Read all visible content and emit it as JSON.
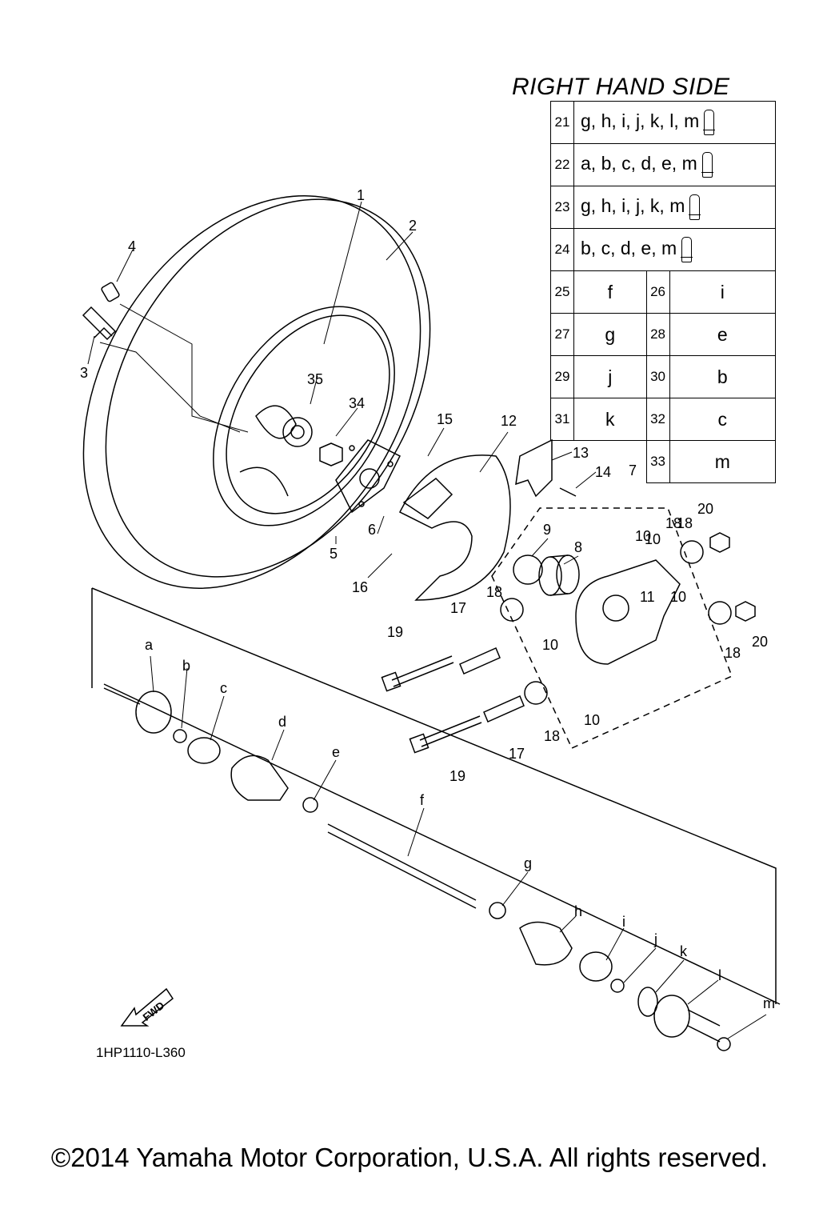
{
  "title": "RIGHT HAND SIDE",
  "kit_rows": [
    {
      "num": "21",
      "parts": "g, h, i, j, k, l, m",
      "icon": "grease-tube-icon"
    },
    {
      "num": "22",
      "parts": "a, b, c, d, e, m",
      "icon": "grease-tube-icon"
    },
    {
      "num": "23",
      "parts": "g, h, i, j, k, m",
      "icon": "grease-tube-icon"
    },
    {
      "num": "24",
      "parts": "b, c, d, e, m",
      "icon": "grease-tube-icon"
    }
  ],
  "pair_rows": [
    {
      "n1": "25",
      "p1": "f",
      "n2": "26",
      "p2": "i"
    },
    {
      "n1": "27",
      "p1": "g",
      "n2": "28",
      "p2": "e"
    },
    {
      "n1": "29",
      "p1": "j",
      "n2": "30",
      "p2": "b"
    },
    {
      "n1": "31",
      "p1": "k",
      "n2": "32",
      "p2": "c"
    }
  ],
  "last_row": {
    "n": "33",
    "p": "m"
  },
  "callouts": [
    "1",
    "2",
    "3",
    "4",
    "5",
    "6",
    "7",
    "8",
    "9",
    "10",
    "10",
    "10",
    "10",
    "10",
    "11",
    "12",
    "13",
    "14",
    "15",
    "16",
    "17",
    "17",
    "18",
    "18",
    "18",
    "18",
    "18",
    "19",
    "19",
    "20",
    "20",
    "34",
    "35",
    "a",
    "b",
    "c",
    "d",
    "e",
    "f",
    "g",
    "h",
    "i",
    "j",
    "k",
    "l",
    "m"
  ],
  "fwd_label": "FWD",
  "diagram_code": "1HP1110-L360",
  "copyright": "©2014 Yamaha Motor Corporation, U.S.A. All rights reserved."
}
